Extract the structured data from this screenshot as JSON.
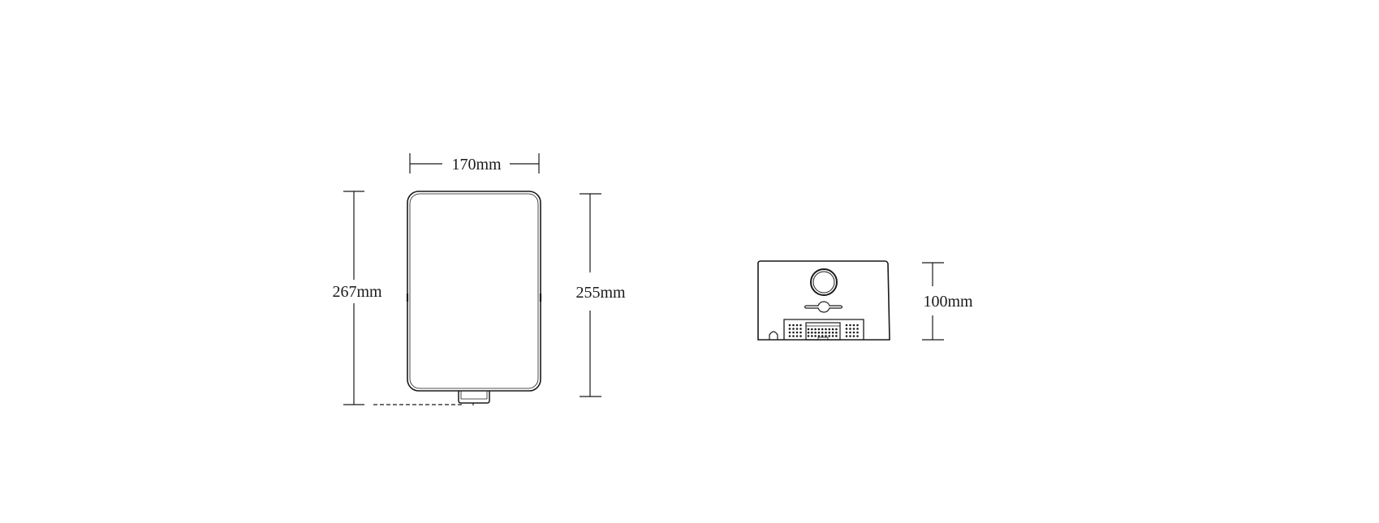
{
  "dimensions": {
    "front_width": "170mm",
    "front_total_height": "267mm",
    "front_body_height": "255mm",
    "side_height": "100mm"
  },
  "colors": {
    "line": "#1a1a1a",
    "background": "#ffffff"
  }
}
